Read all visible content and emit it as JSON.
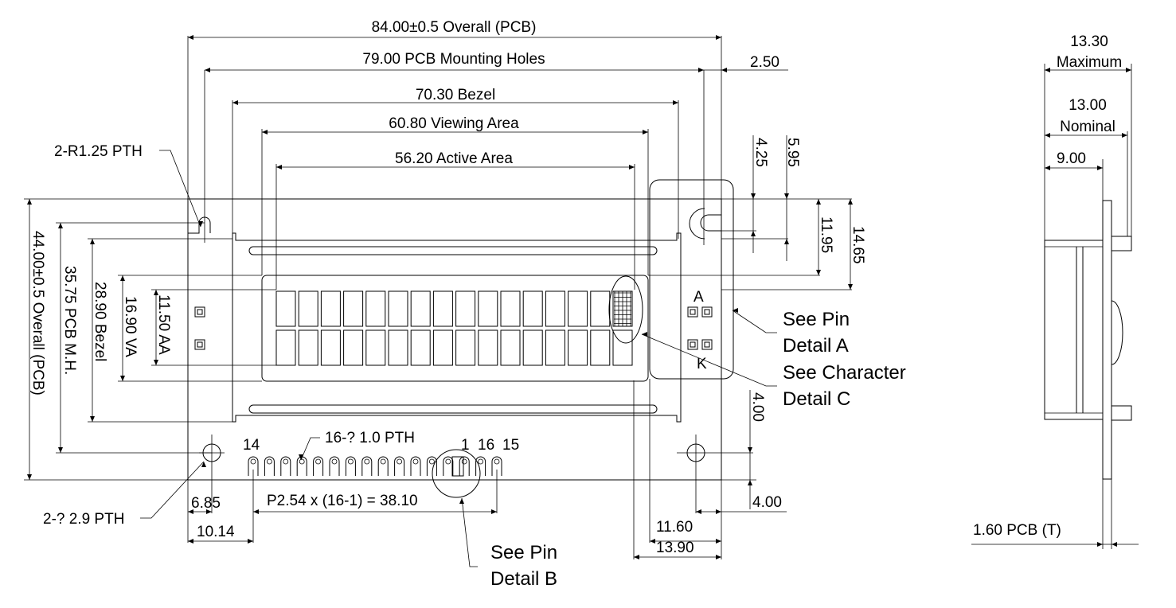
{
  "top_dims": {
    "overall_pcb": "84.00±0.5 Overall (PCB)",
    "mounting_holes": "79.00 PCB Mounting Holes",
    "bezel": "70.30 Bezel",
    "viewing_area": "60.80 Viewing Area",
    "active_area": "56.20 Active Area",
    "hole_offset": "2.50"
  },
  "right_dims": {
    "d_4_25": "4.25",
    "d_5_95": "5.95",
    "d_11_95": "11.95",
    "d_14_65": "14.65",
    "d_4_00_upper": "4.00",
    "d_4_00_lower": "4.00",
    "d_11_60": "11.60",
    "d_13_90": "13.90"
  },
  "left_dims": {
    "overall_pcb": "44.00±0.5 Overall (PCB)",
    "mounting_holes": "35.75 PCB M.H.",
    "bezel": "28.90 Bezel",
    "va": "16.90 VA",
    "aa": "11.50 AA"
  },
  "bottom_dims": {
    "d_6_85": "6.85",
    "d_10_14": "10.14",
    "pitch": "P2.54 x (16-1) = 38.10"
  },
  "callouts": {
    "r_pth": "2-R1.25 PTH",
    "hole_pth": "2-? 2.9 PTH",
    "pin_pth": "16-? 1.0 PTH",
    "pin_14": "14",
    "pin_1": "1",
    "pin_16": "16",
    "pin_15": "15",
    "pin_a": "A",
    "pin_k": "K",
    "detail_a_1": "See Pin",
    "detail_a_2": "Detail A",
    "detail_c_1": "See Character",
    "detail_c_2": "Detail C",
    "detail_b_1": "See Pin",
    "detail_b_2": "Detail B"
  },
  "side_view": {
    "max_value": "13.30",
    "max_label": "Maximum",
    "nom_value": "13.00",
    "nom_label": "Nominal",
    "d_9_00": "9.00",
    "pcb_thickness": "1.60 PCB (T)"
  }
}
